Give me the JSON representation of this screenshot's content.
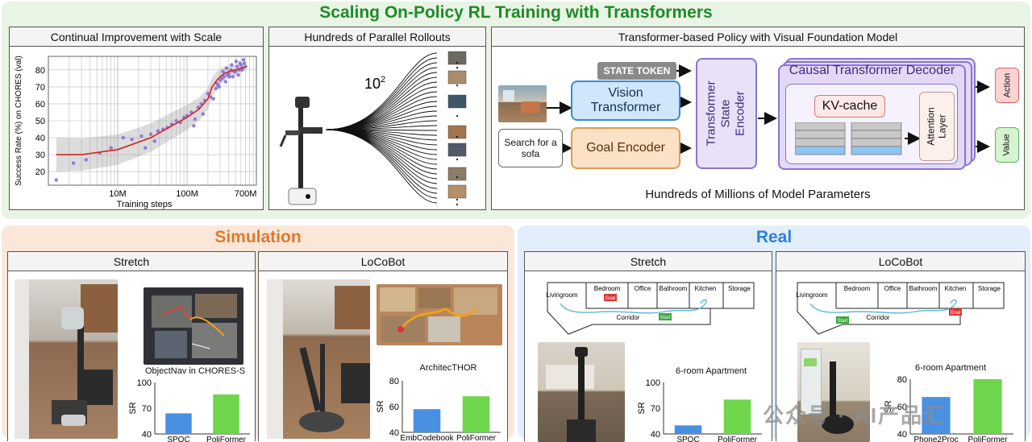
{
  "colors": {
    "green_band": "#e9f5e4",
    "orange_band": "#fbe7d9",
    "blue_band": "#e3eefb",
    "title_green": "#1e8a2a",
    "title_orange": "#e07a2c",
    "title_blue": "#2f7fd6",
    "bar_blue": "#4a90e2",
    "bar_green": "#6ed64a",
    "trend_red": "#d62020",
    "scatter_purple": "#8a6fd8"
  },
  "main_title": "Scaling On-Policy RL Training with Transformers",
  "panels": {
    "improvement": {
      "title": "Continual Improvement with Scale"
    },
    "rollouts": {
      "title": "Hundreds of Parallel Rollouts",
      "count_base": "10",
      "count_exp": "2"
    },
    "policy": {
      "title": "Transformer-based Policy with Visual Foundation Model"
    }
  },
  "arch": {
    "state_token": "STATE TOKEN",
    "vision": "Vision Transformer",
    "search_text": "Search for a sofa",
    "goal_encoder": "Goal Encoder",
    "state_encoder": "Transformer State Encoder",
    "decoder": "Causal Transformer Decoder",
    "kv_cache": "KV-cache",
    "attention": "Attention Layer",
    "action": "Action",
    "value": "Value",
    "footer": "Hundreds of Millions of Model Parameters"
  },
  "sections": {
    "simulation": "Simulation",
    "real": "Real"
  },
  "subpanels": {
    "sim_stretch": "Stretch",
    "sim_locobot": "LoCoBot",
    "real_stretch": "Stretch",
    "real_locobot": "LoCoBot"
  },
  "floorplan": {
    "rooms": [
      "Livingroom",
      "Bedroom",
      "Office",
      "Bathroom",
      "Kitchen",
      "Storage"
    ],
    "corridor": "Corridor",
    "goal": "Goal",
    "start": "Start"
  },
  "watermark": "公众号 · AI产品汇",
  "chart_data": [
    {
      "type": "scatter",
      "xlabel": "Training steps",
      "ylabel": "Success Rate (%) on CHORES (val)",
      "xscale": "log",
      "xlim": [
        1000000,
        1000000000
      ],
      "ylim": [
        12,
        88
      ],
      "xticks": [
        "10M",
        "100M",
        "700M"
      ],
      "yticks": [
        20,
        30,
        40,
        50,
        60,
        70,
        80
      ],
      "grid": true,
      "x": [
        1300000.0,
        2300000.0,
        3500000.0,
        5500000.0,
        8000000.0,
        12000000.0,
        16000000.0,
        22000000.0,
        30000000.0,
        38000000.0,
        45000000.0,
        52000000.0,
        60000000.0,
        70000000.0,
        80000000.0,
        90000000.0,
        100000000.0,
        115000000.0,
        130000000.0,
        145000000.0,
        160000000.0,
        180000000.0,
        200000000.0,
        220000000.0,
        240000000.0,
        260000000.0,
        280000000.0,
        300000000.0,
        320000000.0,
        340000000.0,
        360000000.0,
        380000000.0,
        400000000.0,
        430000000.0,
        460000000.0,
        500000000.0,
        530000000.0,
        560000000.0,
        600000000.0,
        630000000.0,
        670000000.0,
        700000000.0,
        270000000.0,
        290000000.0,
        330000000.0,
        370000000.0,
        410000000.0,
        440000000.0,
        480000000.0,
        510000000.0,
        550000000.0,
        580000000.0,
        620000000.0,
        650000000.0,
        25000000.0,
        34000000.0,
        125000000.0,
        170000000.0
      ],
      "y": [
        15,
        25,
        27,
        31,
        34,
        40,
        39,
        41,
        42,
        44,
        45,
        46,
        48,
        50,
        49,
        52,
        53,
        55,
        51,
        58,
        60,
        62,
        66,
        64,
        63,
        69,
        71,
        74,
        75,
        76,
        73,
        77,
        78,
        80,
        76,
        79,
        82,
        80,
        83,
        81,
        84,
        82,
        72,
        70,
        79,
        81,
        76,
        83,
        79,
        85,
        77,
        84,
        80,
        86,
        34,
        38,
        47,
        54
      ],
      "series": [
        {
          "name": "trend",
          "x": [
            1300000.0,
            3000000.0,
            10000000.0,
            30000000.0,
            60000000.0,
            100000000.0,
            150000000.0,
            200000000.0,
            230000000.0,
            270000000.0,
            300000000.0,
            350000000.0,
            400000000.0,
            500000000.0,
            600000000.0,
            700000000.0
          ],
          "y": [
            30,
            30,
            33,
            40,
            47,
            52,
            57,
            63,
            70,
            74,
            76,
            78,
            79,
            80,
            81,
            82
          ]
        }
      ]
    },
    {
      "type": "bar",
      "title": "ObjectNav in CHORES-S",
      "ylabel": "SR",
      "ylim": [
        40,
        100
      ],
      "yticks": [
        40,
        70,
        100
      ],
      "categories": [
        "SPOC",
        "PoliFormer"
      ],
      "values": [
        64,
        86
      ]
    },
    {
      "type": "bar",
      "title": "ArchitecTHOR",
      "ylabel": "SR",
      "ylim": [
        40,
        80
      ],
      "yticks": [
        40,
        60,
        80
      ],
      "categories": [
        "EmbCodebook",
        "PoliFormer"
      ],
      "values": [
        58,
        68
      ]
    },
    {
      "type": "bar",
      "title": "6-room Apartment",
      "ylabel": "SR",
      "ylim": [
        40,
        100
      ],
      "yticks": [
        40,
        70,
        100
      ],
      "categories": [
        "SPOC",
        "PoliFormer"
      ],
      "values": [
        50,
        80
      ]
    },
    {
      "type": "bar",
      "title": "6-room Apartment",
      "ylabel": "SR",
      "ylim": [
        40,
        80
      ],
      "yticks": [
        40,
        60,
        80
      ],
      "categories": [
        "Phone2Proc",
        "PoliFormer"
      ],
      "values": [
        67,
        80
      ]
    }
  ]
}
